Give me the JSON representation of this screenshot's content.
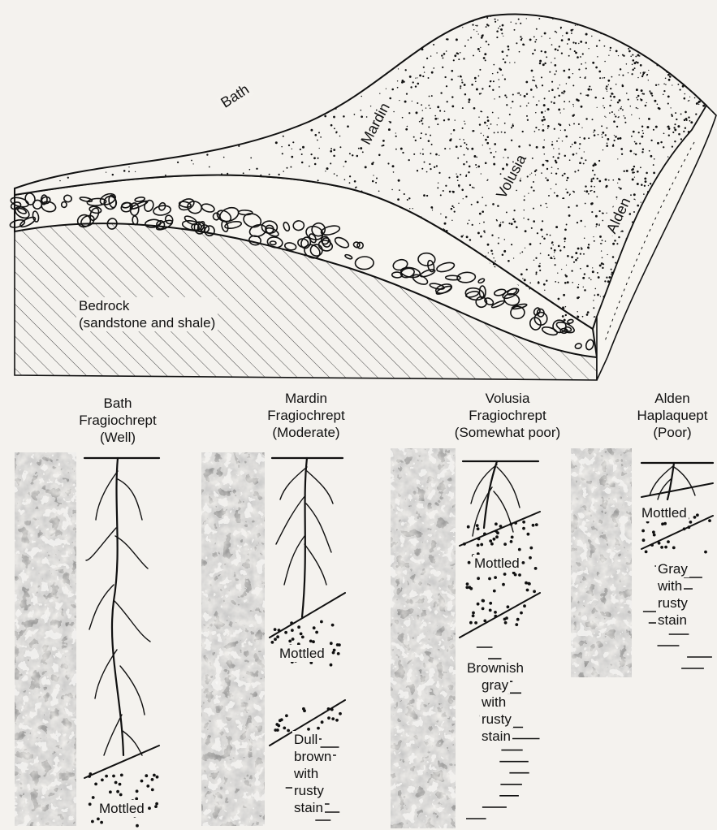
{
  "diagram": {
    "block_labels": {
      "bath": "Bath",
      "mardin": "Mardin",
      "volusia": "Volusia",
      "alden": "Alden",
      "bedrock_line1": "Bedrock",
      "bedrock_line2": "(sandstone and shale)"
    },
    "profiles": [
      {
        "name": "Bath",
        "order": "Fragiochrept",
        "drainage": "(Well)",
        "horizons": [
          "Mottled"
        ]
      },
      {
        "name": "Mardin",
        "order": "Fragiochrept",
        "drainage": "(Moderate)",
        "horizons": [
          "Mottled",
          "Dull",
          "brown",
          "with",
          "rusty",
          "stain"
        ]
      },
      {
        "name": "Volusia",
        "order": "Fragiochrept",
        "drainage": "(Somewhat poor)",
        "horizons": [
          "Mottled",
          "Brownish",
          "gray",
          "with",
          "rusty",
          "stain"
        ]
      },
      {
        "name": "Alden",
        "order": "Haplaquept",
        "drainage": "(Poor)",
        "horizons": [
          "Mottled",
          "Gray",
          "with",
          "rusty",
          "stain"
        ]
      }
    ]
  }
}
